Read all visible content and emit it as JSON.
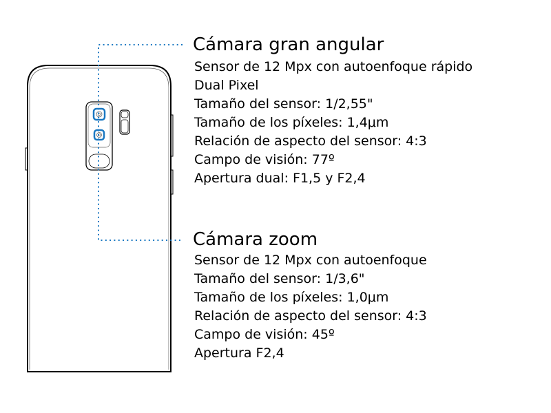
{
  "wide_camera": {
    "title": "Cámara gran angular",
    "specs": [
      "Sensor de 12 Mpx con autoenfoque rápido",
      "Dual Pixel",
      "Tamaño del sensor: 1/2,55\"",
      "Tamaño de los píxeles: 1,4μm",
      "Relación de aspecto del sensor: 4:3",
      "Campo de visión: 77º",
      "Apertura dual: F1,5 y F2,4"
    ]
  },
  "zoom_camera": {
    "title": "Cámara zoom",
    "specs": [
      "Sensor de 12 Mpx con autoenfoque",
      "Tamaño del sensor: 1/3,6\"",
      "Tamaño de los píxeles: 1,0μm",
      "Relación de aspecto del sensor: 4:3",
      "Campo de visión: 45º",
      "Apertura F2,4"
    ]
  },
  "colors": {
    "accent": "#1a78c2",
    "outline": "#000000"
  }
}
